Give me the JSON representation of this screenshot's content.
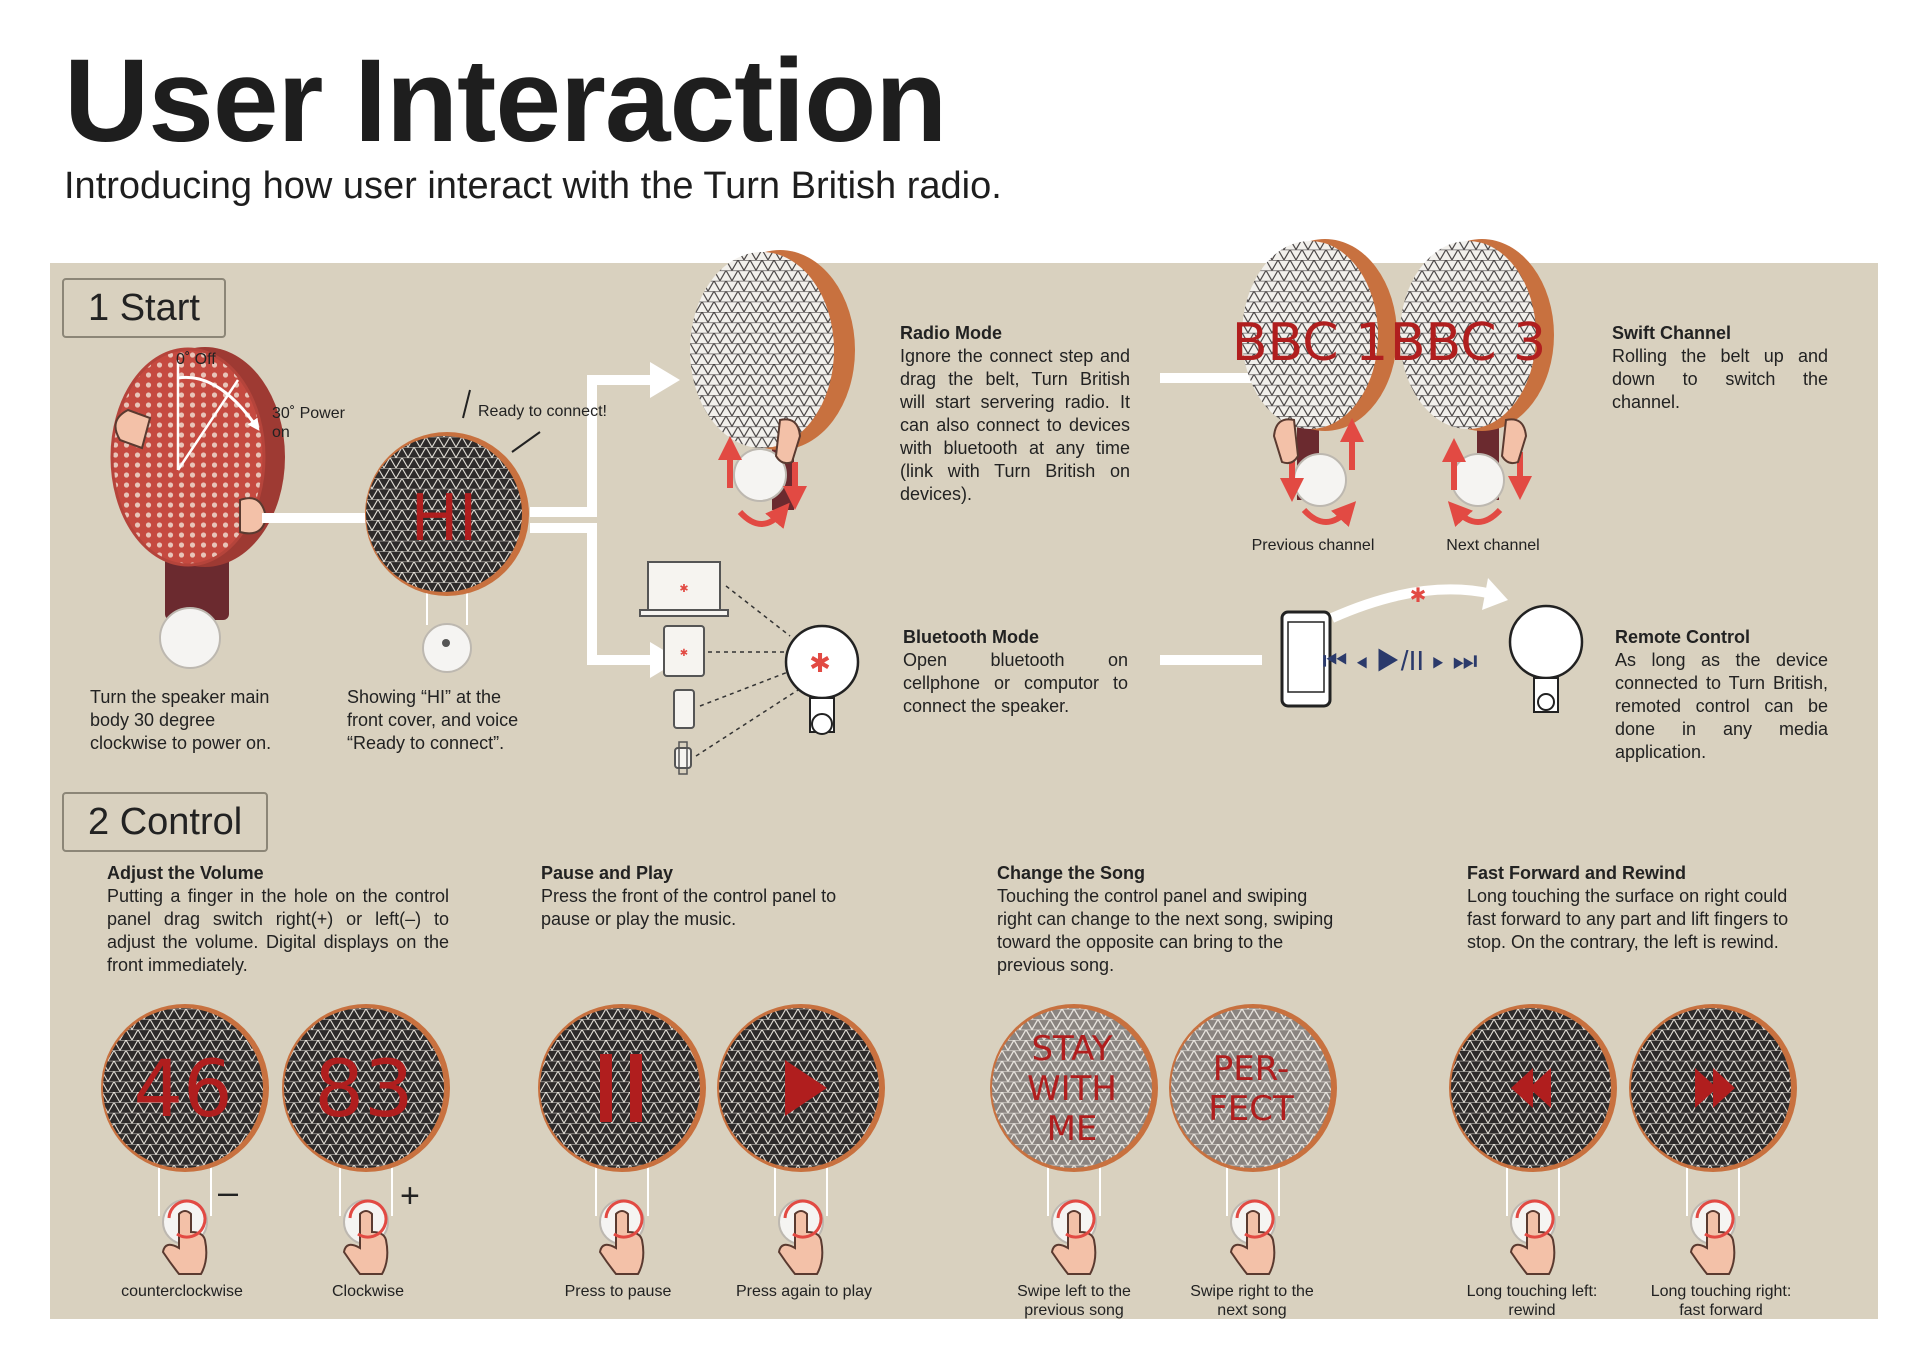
{
  "header": {
    "title": "User Interaction",
    "subtitle": "Introducing how user interact with the Turn British radio."
  },
  "sections": {
    "start": "1 Start",
    "control": "2 Control"
  },
  "start": {
    "off_label": "0˚ Off",
    "power_label": "30˚ Power on",
    "ready_label": "Ready to connect!",
    "hi_display": "HI",
    "step1_text": "Turn the speaker main body 30 degree clockwise to power on.",
    "step2_text": "Showing “HI” at the front cover, and voice “Ready to connect”.",
    "radio_title": "Radio Mode",
    "radio_text": "Ignore the connect step and drag the belt, Turn British will start servering radio. It can also connect to devices with bluetooth at any time (link with Turn British on devices).",
    "bbc1_display": "BBC 1",
    "bbc3_display": "BBC 3",
    "prev_channel": "Previous channel",
    "next_channel": "Next channel",
    "swift_title": "Swift Channel",
    "swift_text": "Rolling the belt up and down to switch the channel.",
    "bt_title": "Bluetooth Mode",
    "bt_text": "Open bluetooth on cellphone or computor to connect the speaker.",
    "remote_title": "Remote Control",
    "remote_text": "As long as the device connected to Turn British, remoted control can be done in any media application."
  },
  "control": {
    "volume_title": "Adjust the Volume",
    "volume_text": "Putting a finger in the hole on the control panel drag switch right(+) or left(–) to adjust the volume. Digital displays on the front immediately.",
    "volume_down_value": "46",
    "volume_up_value": "83",
    "minus_sign": "–",
    "plus_sign": "+",
    "ccw_caption": "counterclockwise",
    "cw_caption": "Clockwise",
    "pause_title": "Pause and Play",
    "pause_text": "Press the front of the control panel to pause or play the music.",
    "pause_caption": "Press to pause",
    "play_caption": "Press again to play",
    "song_title": "Change the Song",
    "song_text": "Touching the control panel and swiping right can change to the next song, swiping toward the opposite can bring to the previous song.",
    "song1_lines": [
      "STAY",
      "WITH",
      "ME"
    ],
    "song2_lines": [
      "PER-",
      "FECT"
    ],
    "swipe_left_caption": [
      "Swipe left to the",
      "previous song"
    ],
    "swipe_right_caption": [
      "Swipe right to the",
      "next song"
    ],
    "ff_title": "Fast Forward and Rewind",
    "ff_text": "Long touching the surface on right could fast forward to any part and lift fingers to stop. On the contrary, the left is rewind.",
    "rewind_caption": [
      "Long touching left:",
      "rewind"
    ],
    "ff_caption": [
      "Long touching right:",
      "fast forward"
    ]
  },
  "colors": {
    "panel": "#d9d1bf",
    "accent_red": "#e24a43",
    "display_red": "#b01e1e",
    "wood": "#c8713f",
    "dark": "#2d2a2a"
  }
}
